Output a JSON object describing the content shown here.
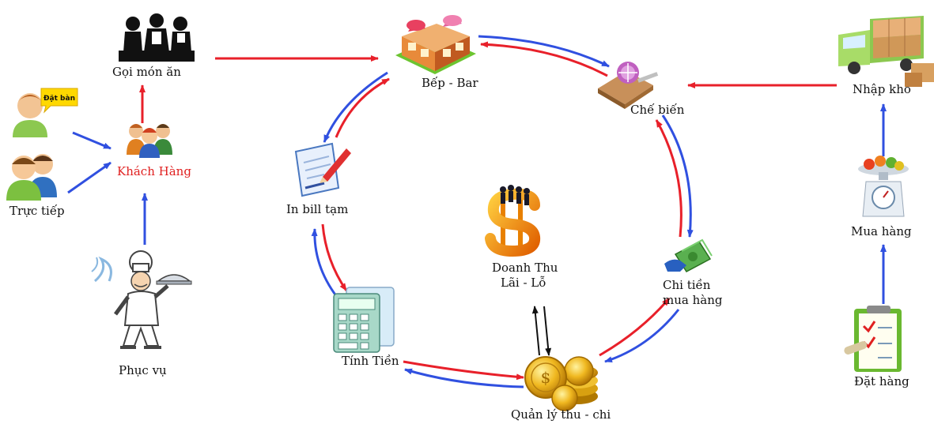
{
  "nodes": {
    "goi_mon_an": "Gọi món ăn",
    "bep_bar": "Bếp - Bar",
    "che_bien": "Chế biến",
    "nhap_kho": "Nhập kho",
    "mua_hang": "Mua hàng",
    "dat_hang": "Đặt hàng",
    "khach_hang": "Khách Hàng",
    "truc_tiep": "Trực tiếp",
    "phuc_vu": "Phục vụ",
    "in_bill_tam": "In bill tạm",
    "tinh_tien": "Tính Tiền",
    "quan_ly_thu_chi": "Quản lý thu - chi",
    "chi_tien_line1": "Chi tiền",
    "chi_tien_line2": "mua hàng",
    "doanh_thu_line1": "Doanh Thu",
    "doanh_thu_line2": "Lãi - Lỗ",
    "dat_ban": "Đặt bàn"
  },
  "colors": {
    "red_arrow": "#e8202a",
    "blue_arrow": "#3050e0",
    "highlight_label": "#e02020"
  },
  "icons": {
    "goi_mon_an": "waiters-silhouette-icon",
    "bep_bar": "shop-building-icon",
    "che_bien": "cutting-board-icon",
    "nhap_kho": "delivery-truck-icon",
    "mua_hang": "scale-icon",
    "dat_hang": "checklist-icon",
    "khach_hang": "customer-group-icon",
    "truc_tiep": "people-pair-icon",
    "dat_ban": "person-speech-icon",
    "phuc_vu": "chef-waiter-icon",
    "in_bill_tam": "document-pen-icon",
    "tinh_tien": "calculator-icon",
    "quan_ly_thu_chi": "gold-coins-icon",
    "chi_tien": "money-hand-icon",
    "doanh_thu": "dollar-sign-icon"
  }
}
